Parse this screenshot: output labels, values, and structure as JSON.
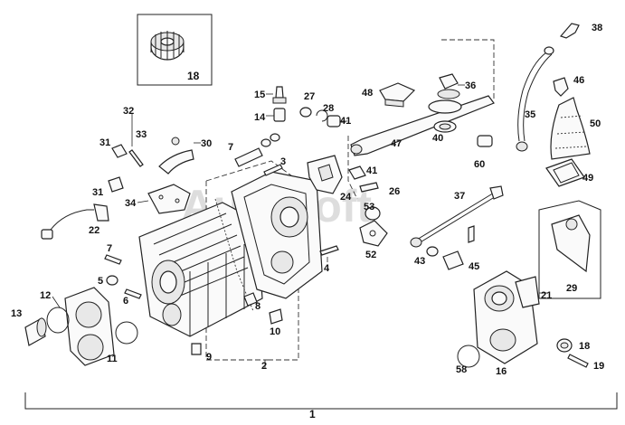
{
  "watermark": "AutoSoft",
  "labels": {
    "l1": "1",
    "l2": "2",
    "l3": "3",
    "l4": "4",
    "l5": "5",
    "l6": "6",
    "l7a": "7",
    "l7b": "7",
    "l8": "8",
    "l9": "9",
    "l10": "10",
    "l11": "11",
    "l12": "12",
    "l13": "13",
    "l14": "14",
    "l15": "15",
    "l16": "16",
    "l18a": "18",
    "l18b": "18",
    "l19": "19",
    "l21": "21",
    "l22": "22",
    "l24": "24",
    "l26": "26",
    "l27": "27",
    "l28": "28",
    "l29": "29",
    "l30": "30",
    "l31a": "31",
    "l31b": "31",
    "l32": "32",
    "l33": "33",
    "l34": "34",
    "l35": "35",
    "l36": "36",
    "l37": "37",
    "l38": "38",
    "l40": "40",
    "l41a": "41",
    "l41b": "41",
    "l43": "43",
    "l45": "45",
    "l46": "46",
    "l47": "47",
    "l48": "48",
    "l49": "49",
    "l50": "50",
    "l52": "52",
    "l53": "53",
    "l58": "58",
    "l60": "60"
  }
}
